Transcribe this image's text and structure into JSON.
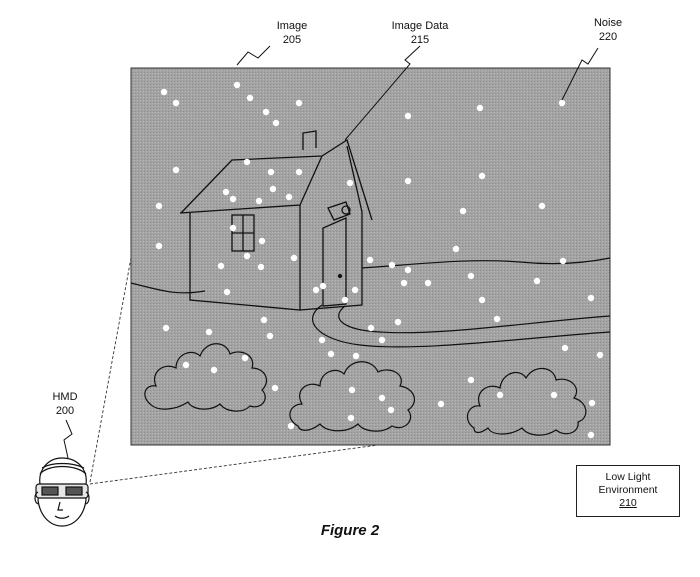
{
  "labels": {
    "image": {
      "name": "Image",
      "ref": "205"
    },
    "image_data": {
      "name": "Image Data",
      "ref": "215"
    },
    "noise": {
      "name": "Noise",
      "ref": "220"
    },
    "hmd": {
      "name": "HMD",
      "ref": "200"
    }
  },
  "environment_box": {
    "line1": "Low Light",
    "line2": "Environment",
    "ref": "210"
  },
  "caption": "Figure 2",
  "colors": {
    "image_fill": "#a6a6a6",
    "noise_dot": "#ffffff",
    "line": "#111111"
  }
}
